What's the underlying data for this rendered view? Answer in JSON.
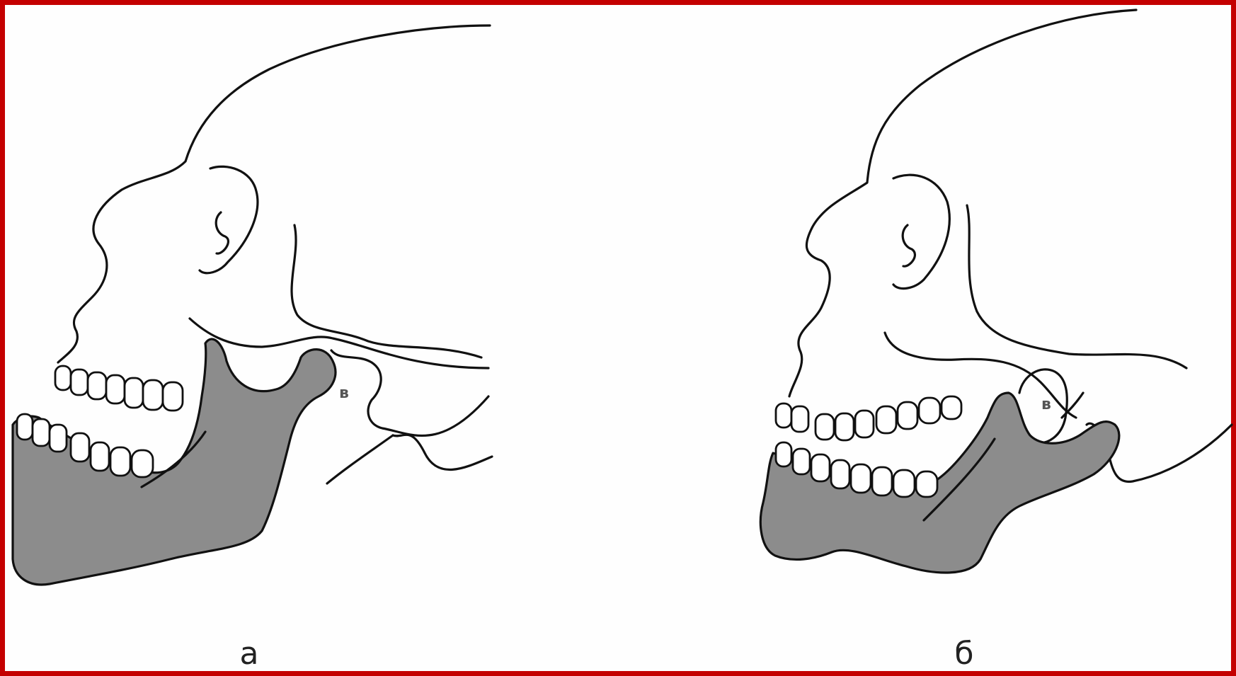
{
  "panels": [
    {
      "id": "a",
      "caption": "a",
      "marker": "в"
    },
    {
      "id": "b",
      "caption": "б",
      "marker": "в"
    }
  ],
  "colors": {
    "frame": "#c40000",
    "mandible_fill": "#8c8c8c",
    "outline": "#111111",
    "background": "#fefefe"
  }
}
